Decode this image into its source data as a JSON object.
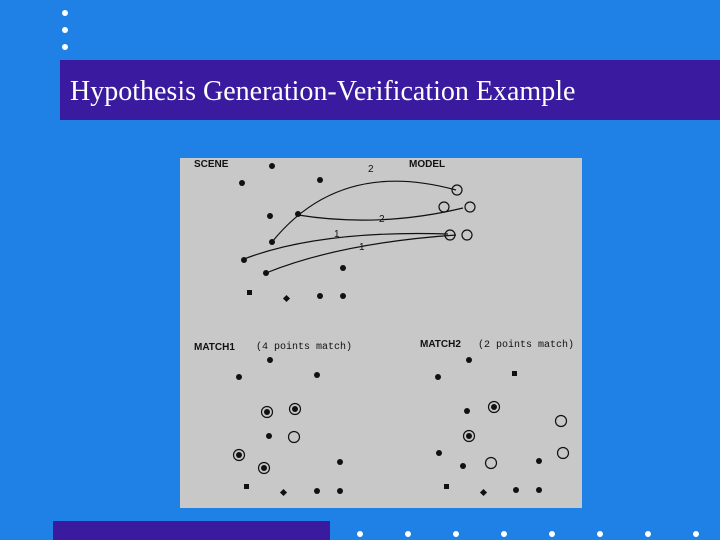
{
  "slide": {
    "title": "Hypothesis Generation-Verification Example"
  },
  "figure": {
    "scene_label": "SCENE",
    "model_label": "MODEL",
    "match1_label": "MATCH1",
    "match1_note": "(4 points match)",
    "match2_label": "MATCH2",
    "match2_note": "(2 points match)",
    "correspondence_labels": [
      "2",
      "2",
      "1",
      "1"
    ]
  },
  "colors": {
    "background": "#1f80e6",
    "title_band": "#3a1a9e",
    "figure_bg": "#c8c8c8",
    "ink": "#111111"
  }
}
